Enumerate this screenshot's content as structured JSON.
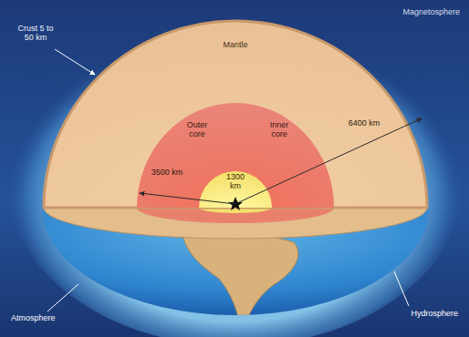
{
  "diagram": {
    "labels": [
      "Magnetosphere",
      "Crust 5 to 50 km",
      "Mantle",
      "Outer core",
      "Inner core",
      "1300 km",
      "3500 km",
      "6400 km",
      "Atmosphere",
      "Hydrosphere"
    ]
  }
}
